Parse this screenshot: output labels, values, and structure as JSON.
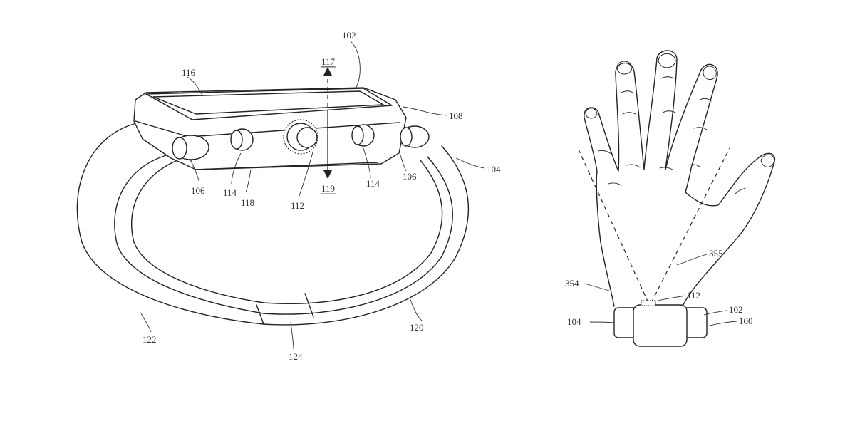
{
  "figure_left": {
    "labels": {
      "l102": "102",
      "l104": "104",
      "l106a": "106",
      "l106b": "106",
      "l108": "108",
      "l112": "112",
      "l114a": "114",
      "l114b": "114",
      "l116": "116",
      "l117": "117",
      "l118": "118",
      "l119": "119",
      "l120": "120",
      "l122": "122",
      "l124": "124"
    }
  },
  "figure_right": {
    "labels": {
      "l100": "100",
      "l102": "102",
      "l104": "104",
      "l112": "112",
      "l354": "354",
      "l355": "355"
    }
  },
  "icons": {
    "crown": "digital-crown-icon",
    "arrow": "double-arrow-icon"
  }
}
